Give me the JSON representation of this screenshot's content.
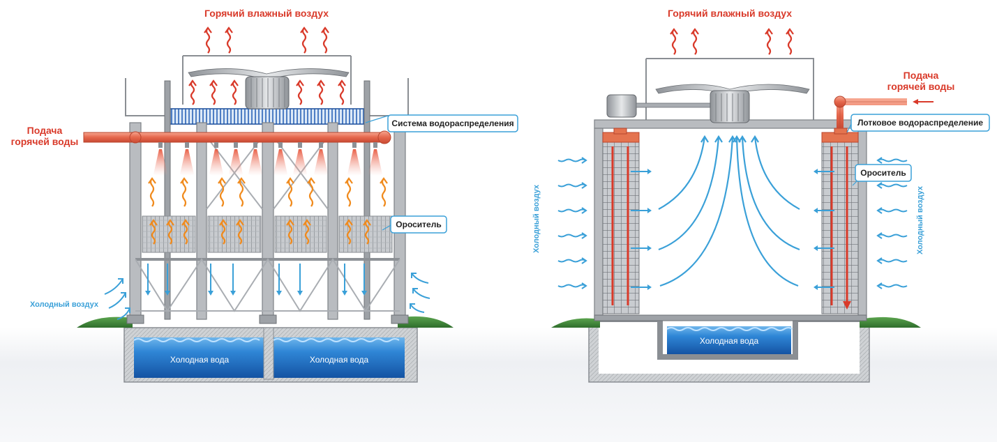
{
  "left_diagram": {
    "hot_air_label": "Горячий влажный воздух",
    "hot_water_label_line1": "Подача",
    "hot_water_label_line2": "горячей воды",
    "distribution_callout": "Система водораспределения",
    "fill_callout": "Ороситель",
    "cold_air_label": "Холодный воздух",
    "cold_water_left": "Холодная вода",
    "cold_water_right": "Холодная вода"
  },
  "right_diagram": {
    "hot_air_label": "Горячий влажный воздух",
    "hot_water_label_line1": "Подача",
    "hot_water_label_line2": "горячей воды",
    "distribution_callout": "Лотковое водораспределение",
    "fill_callout": "Ороситель",
    "cold_air_left": "Холодный воздух",
    "cold_air_right": "Холодный воздух",
    "cold_water": "Холодная вода"
  },
  "colors": {
    "hot": "#d93a2a",
    "cold": "#3aa0d8",
    "water": "#1e6fc0",
    "pipe": "#e8735a",
    "ground": "#3f8a3a",
    "steel": "#b9bcc0"
  }
}
